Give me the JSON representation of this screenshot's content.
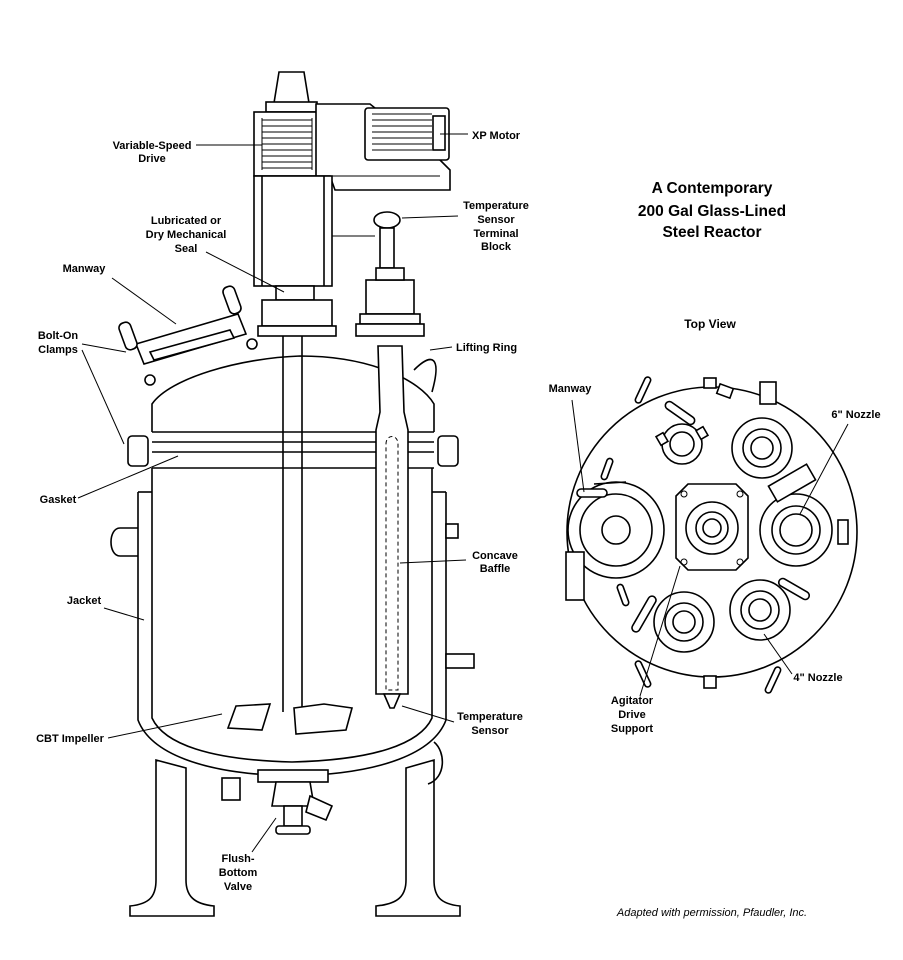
{
  "title": {
    "line1": "A Contemporary",
    "line2": "200 Gal Glass-Lined",
    "line3": "Steel Reactor"
  },
  "top_view": {
    "heading": "Top View",
    "labels": {
      "manway": "Manway",
      "nozzle6": "6\" Nozzle",
      "nozzle4": "4\" Nozzle",
      "agitator1": "Agitator",
      "agitator2": "Drive",
      "agitator3": "Support"
    }
  },
  "side_view": {
    "labels": {
      "vsd1": "Variable-Speed",
      "vsd2": "Drive",
      "xp_motor": "XP Motor",
      "seal1": "Lubricated or",
      "seal2": "Dry Mechanical",
      "seal3": "Seal",
      "tst1": "Temperature",
      "tst2": "Sensor",
      "tst3": "Terminal",
      "tst4": "Block",
      "manway": "Manway",
      "clamps1": "Bolt-On",
      "clamps2": "Clamps",
      "lifting_ring": "Lifting Ring",
      "gasket": "Gasket",
      "baffle1": "Concave",
      "baffle2": "Baffle",
      "jacket": "Jacket",
      "impeller": "CBT Impeller",
      "tempsensor1": "Temperature",
      "tempsensor2": "Sensor",
      "fbv1": "Flush-",
      "fbv2": "Bottom",
      "fbv3": "Valve"
    }
  },
  "credit": "Adapted with permission, Pfaudler, Inc."
}
